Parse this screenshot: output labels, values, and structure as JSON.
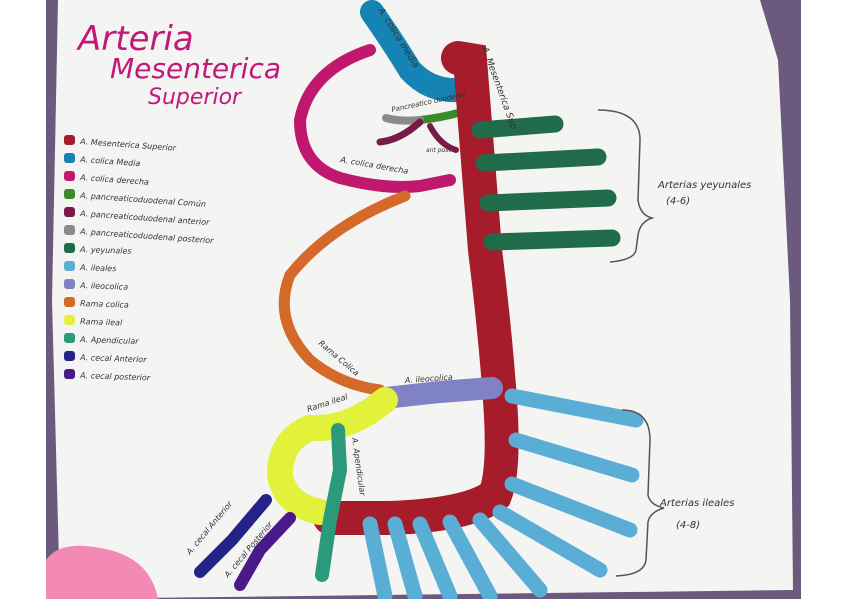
{
  "title": {
    "line1": "Arteria",
    "line2": "Mesenterica",
    "line3": "Superior",
    "color": "#c2187a"
  },
  "legend": [
    {
      "label": "A. Mesenterica Superior",
      "color": "#a61c2a"
    },
    {
      "label": "A. colica Media",
      "color": "#1583b4"
    },
    {
      "label": "A. colica derecha",
      "color": "#c0186e"
    },
    {
      "label": "A. pancreaticoduodenal Común",
      "color": "#3b8a2a"
    },
    {
      "label": "A. pancreaticoduodenal anterior",
      "color": "#7a1a4a"
    },
    {
      "label": "A. pancreaticoduodenal posterior",
      "color": "#8a8a8a"
    },
    {
      "label": "A. yeyunales",
      "color": "#1f6b4a"
    },
    {
      "label": "A. ileales",
      "color": "#5aaed6"
    },
    {
      "label": "A. ileocolica",
      "color": "#7f82c4"
    },
    {
      "label": "Rama colica",
      "color": "#d4692a"
    },
    {
      "label": "Rama ileal",
      "color": "#e2f23a"
    },
    {
      "label": "A. Apendicular",
      "color": "#2a9a7a"
    },
    {
      "label": "A. cecal Anterior",
      "color": "#23238a"
    },
    {
      "label": "A. cecal posterior",
      "color": "#4a1a8a"
    }
  ],
  "labels": {
    "sma": "A. Mesenterica Sup",
    "colica_media": "A. colica media",
    "colica_derecha": "A. colica derecha",
    "pancreatico": "Pancreatico duodenal",
    "ant_post": "ant post",
    "rama_colica": "Rama Colica",
    "ileocolica": "A. ileocolica",
    "rama_ileal": "Rama ileal",
    "apendicular": "A. Apendicular",
    "cecal_ant": "A. cecal Anterior",
    "cecal_post": "A. cecal Posterior"
  },
  "brackets": {
    "yeyunales_title": "Arterias yeyunales",
    "yeyunales_count": "(4-6)",
    "ileales_title": "Arterias ileales",
    "ileales_count": "(4-8)"
  },
  "colors": {
    "background_purple": "#6b5a7d",
    "paper": "#f4f4f2",
    "pink_note": "#f28ab4"
  }
}
